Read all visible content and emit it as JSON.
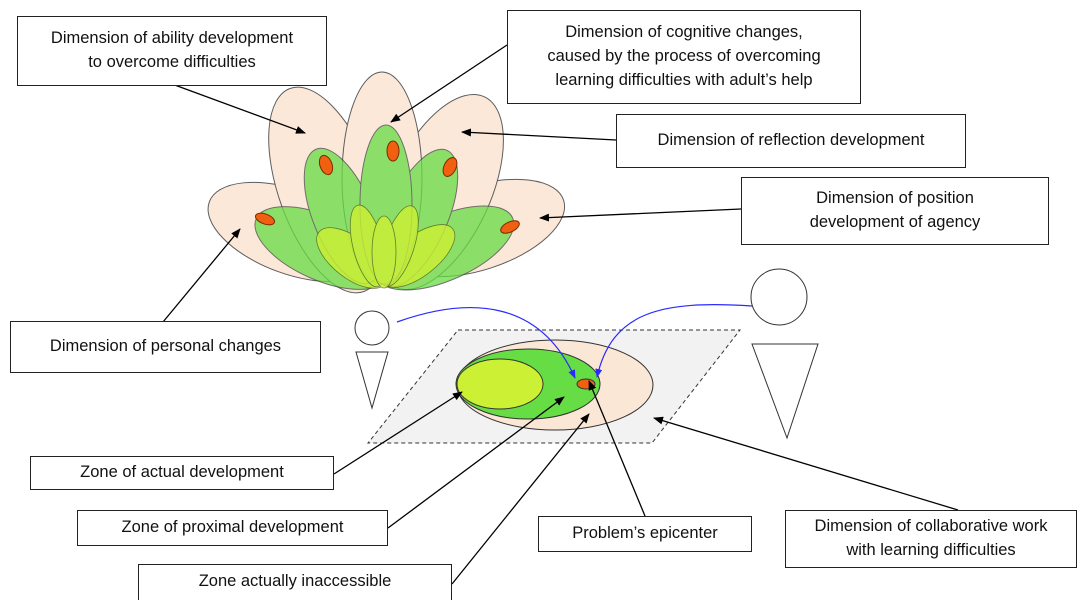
{
  "labels": {
    "ability": "Dimension of ability development\nto overcome difficulties",
    "cognitive": "Dimension of cognitive changes,\ncaused by the process of overcoming\nlearning  difficulties with adult’s help",
    "reflection": "Dimension of reflection development",
    "position": "Dimension of position\ndevelopment of agency",
    "personal": "Dimension of personal changes",
    "actual": "Zone of actual development",
    "proximal": "Zone of proximal development",
    "inaccessible": "Zone actually inaccessible",
    "epicenter": "Problem’s epicenter",
    "collaborative": "Dimension of collaborative work\nwith learning difficulties"
  },
  "colors": {
    "outer_petal": "#fbe7d6",
    "inner_petal": "#66dd44",
    "core_petal": "#ccf033",
    "epicenter": "#f06010",
    "plane": "#f2f2f2",
    "arc": "#2a2aff",
    "stroke": "#333333"
  }
}
